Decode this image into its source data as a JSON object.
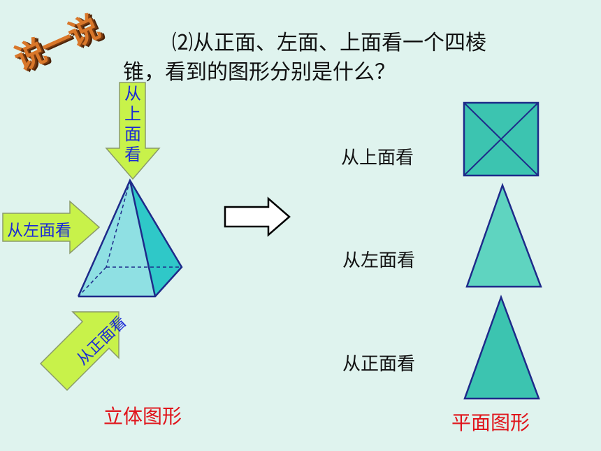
{
  "badge": {
    "text": "说一说"
  },
  "question": {
    "line1": "⑵从正面、左面、上面看一个四棱",
    "line2": "锥，看到的图形分别是什么？"
  },
  "arrows": {
    "top": [
      "从",
      "上",
      "面",
      "看"
    ],
    "left": "从左面看",
    "front": "从正面看"
  },
  "views": {
    "top": "从上面看",
    "left": "从左面看",
    "front": "从正面看"
  },
  "captions": {
    "solid": "立体图形",
    "plane": "平面图形"
  },
  "colors": {
    "background": "#dff3ee",
    "shape_fill": "#3cc4b0",
    "pyramid_front": "#8fe0e3",
    "pyramid_side": "#2fc8c8",
    "arrow_fill": "#c8f24a",
    "outline": "#1e2a8a",
    "caption": "#e0141b",
    "label_blue": "#1a2ad6"
  }
}
